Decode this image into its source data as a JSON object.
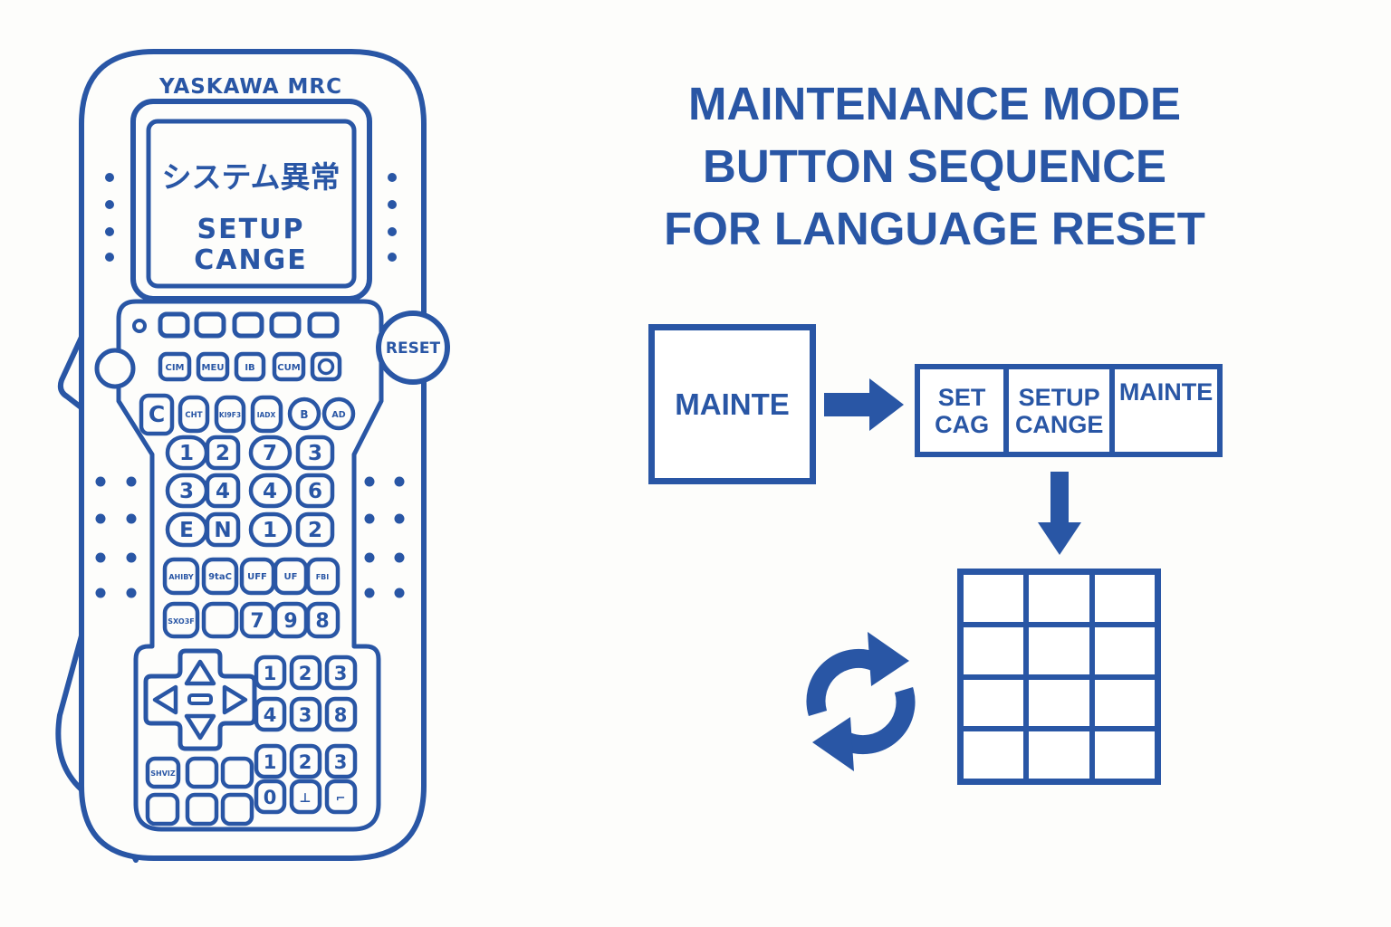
{
  "colors": {
    "ink": "#2956a5",
    "background": "#fdfdfb"
  },
  "pendant": {
    "brand": "YASKAWA MRC",
    "screen": {
      "jp": "システム異常",
      "l1": "SETUP",
      "l2": "CANGE"
    },
    "reset": "RESET",
    "row2": [
      "CIM",
      "MEU",
      "IB",
      "CUM"
    ],
    "row3": {
      "c": "C",
      "k0": "CHT",
      "k1": "KI9F3",
      "k2": "IADX",
      "k3": "B",
      "k4": "AD"
    },
    "num": [
      [
        "1",
        "2",
        "7",
        "3"
      ],
      [
        "3",
        "4",
        "4",
        "6"
      ],
      [
        "E",
        "N",
        "1",
        "2"
      ]
    ],
    "fn1": [
      "AHIBY",
      "9taC",
      "UFF",
      "UF",
      "FBI"
    ],
    "fn2": [
      "SXO3F",
      "7",
      "9",
      "8"
    ],
    "grid": [
      [
        "1",
        "2",
        "3"
      ],
      [
        "4",
        "3",
        "8"
      ],
      [
        "1",
        "2",
        "3"
      ],
      [
        "0",
        "⊥",
        "⌐"
      ]
    ],
    "shv": "SHVIZ"
  },
  "title": {
    "l1": "MAINTENANCE MODE",
    "l2": "BUTTON SEQUENCE",
    "l3": "FOR LANGUAGE RESET"
  },
  "flow": {
    "start": "MAINTE",
    "c1a": "SET",
    "c1b": "CAG",
    "c2a": "SETUP",
    "c2b": "CANGE",
    "c3": "MAINTE"
  }
}
